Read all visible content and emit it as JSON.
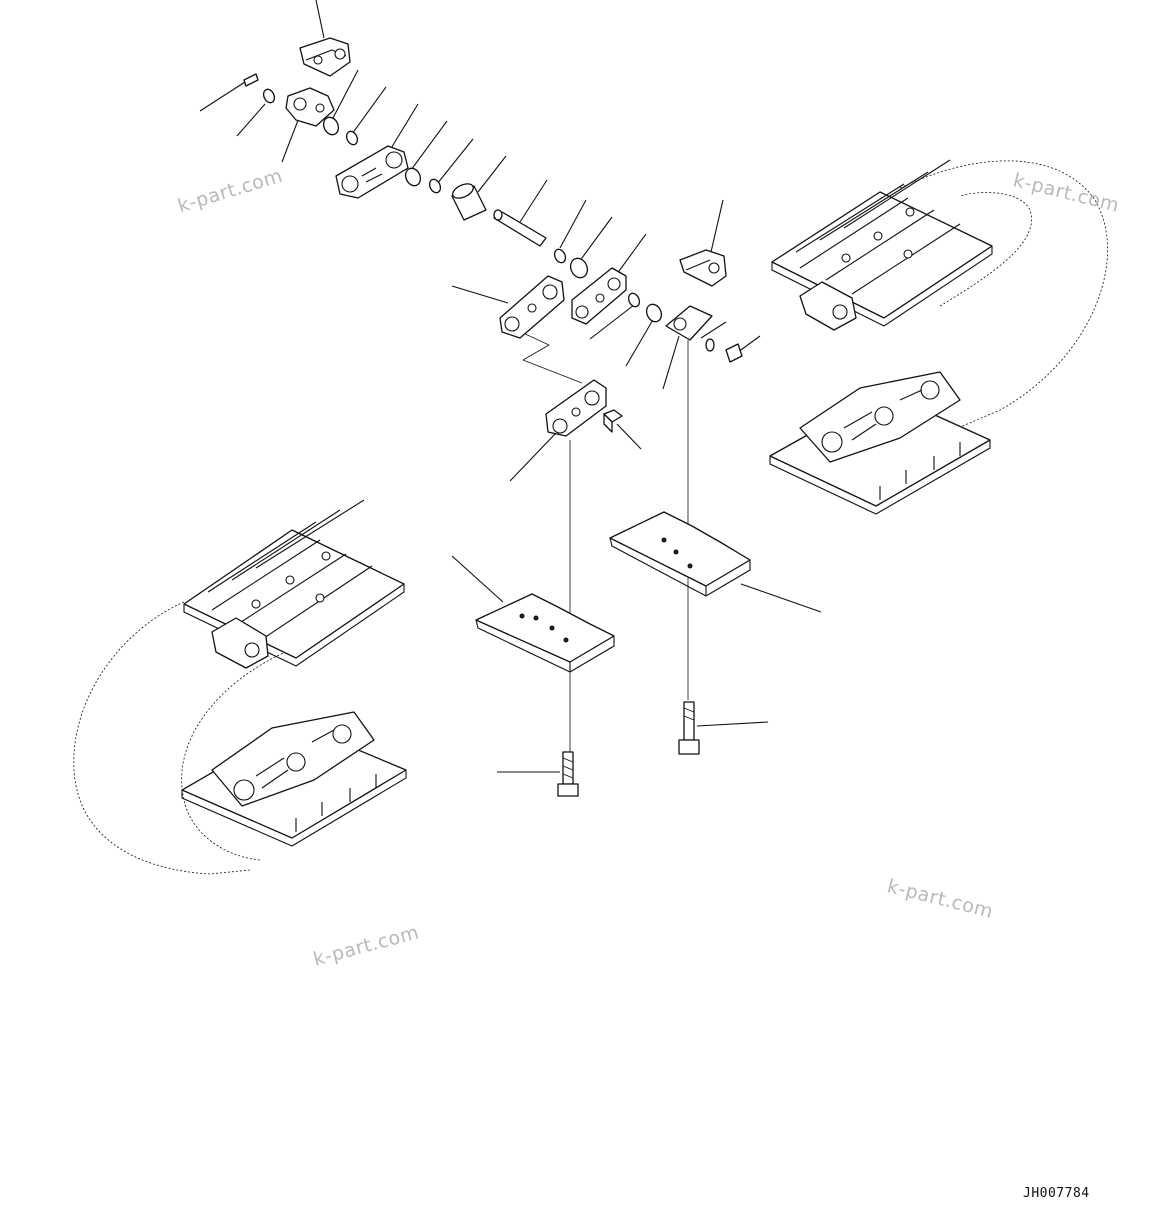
{
  "watermarks": [
    "k-part.com",
    "k-part.com",
    "k-part.com",
    "k-part.com"
  ],
  "drawing_code": "JH007784",
  "parts": [
    "master-link-top-piece",
    "link-bolt",
    "link-washer",
    "master-link-half",
    "seal-ring",
    "seal-ring",
    "track-link",
    "seal-ring",
    "thrust-ring",
    "bushing",
    "track-pin",
    "seal-ring",
    "seal-ring",
    "track-link-left",
    "track-link-right",
    "seal-ring",
    "seal-ring",
    "master-link-top-piece",
    "master-link-half",
    "spacer",
    "pin-plug",
    "track-link-assembly",
    "nut",
    "track-shoe",
    "track-shoe",
    "shoe-bolt",
    "shoe-bolt"
  ]
}
